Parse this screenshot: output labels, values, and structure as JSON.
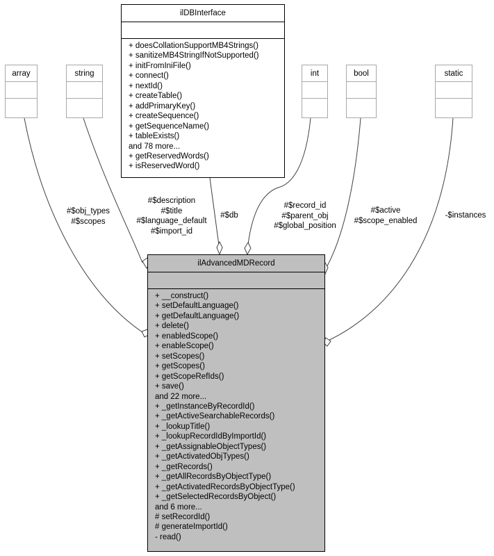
{
  "classes": {
    "array": {
      "title": "array"
    },
    "string": {
      "title": "string"
    },
    "db_interface": {
      "title": "ilDBInterface",
      "methods": [
        "+ doesCollationSupportMB4Strings()",
        "+ sanitizeMB4StringIfNotSupported()",
        "+ initFromIniFile()",
        "+ connect()",
        "+ nextId()",
        "+ createTable()",
        "+ addPrimaryKey()",
        "+ createSequence()",
        "+ getSequenceName()",
        "+ tableExists()",
        "and 78 more...",
        "+ getReservedWords()",
        "+ isReservedWord()"
      ]
    },
    "int": {
      "title": "int"
    },
    "bool": {
      "title": "bool"
    },
    "static": {
      "title": "static"
    },
    "main": {
      "title": "ilAdvancedMDRecord",
      "methods": [
        "+ __construct()",
        "+ setDefaultLanguage()",
        "+ getDefaultLanguage()",
        "+ delete()",
        "+ enabledScope()",
        "+ enableScope()",
        "+ setScopes()",
        "+ getScopes()",
        "+ getScopeRefIds()",
        "+ save()",
        "and 22 more...",
        "+ _getInstanceByRecordId()",
        "+ _getActiveSearchableRecords()",
        "+ _lookupTitle()",
        "+ _lookupRecordIdByImportId()",
        "+ _getAssignableObjectTypes()",
        "+ _getActivatedObjTypes()",
        "+ _getRecords()",
        "+ _getAllRecordsByObjectType()",
        "+ _getActivatedRecordsByObjectType()",
        "+ _getSelectedRecordsByObject()",
        "and 6 more...",
        "# setRecordId()",
        "# generateImportId()",
        "- read()"
      ]
    }
  },
  "edge_labels": {
    "array_edge": [
      "#$obj_types",
      "#$scopes"
    ],
    "string_edge": [
      "#$description",
      "#$title",
      "#$language_default",
      "#$import_id"
    ],
    "db_edge": [
      "#$db"
    ],
    "int_edge": [
      "#$record_id",
      "#$parent_obj",
      "#$global_position"
    ],
    "bool_edge": [
      "#$active",
      "#$scope_enabled"
    ],
    "static_edge": [
      "-$instances"
    ]
  }
}
